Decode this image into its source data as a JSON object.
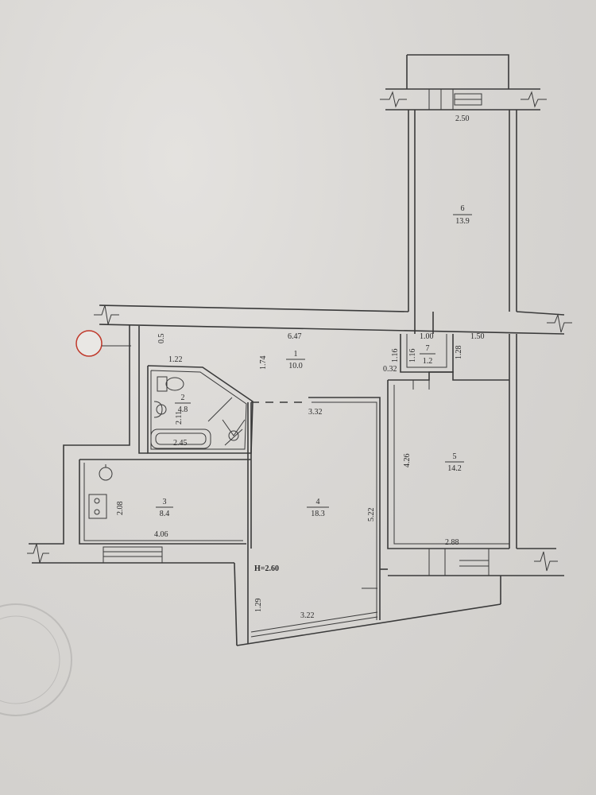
{
  "rooms": [
    {
      "number": "1",
      "area": "10.0"
    },
    {
      "number": "2",
      "area": "4.8"
    },
    {
      "number": "3",
      "area": "8.4"
    },
    {
      "number": "4",
      "area": "18.3"
    },
    {
      "number": "5",
      "area": "14.2"
    },
    {
      "number": "6",
      "area": "13.9"
    },
    {
      "number": "7",
      "area": "1.2"
    }
  ],
  "dimensions": {
    "d_2_50": "2.50",
    "d_6_47": "6.47",
    "d_1_00": "1.00",
    "d_1_50": "1.50",
    "d_0_5": "0.5",
    "d_1_22": "1.22",
    "d_1_74": "1.74",
    "d_1_16a": "1.16",
    "d_1_16b": "1.16",
    "d_1_28": "1.28",
    "d_0_32": "0.32",
    "d_2_11": "2.11",
    "d_3_32": "3.32",
    "d_2_45": "2.45",
    "d_4_26": "4.26",
    "d_2_08": "2.08",
    "d_5_22": "5.22",
    "d_4_06": "4.06",
    "d_2_88": "2.88",
    "d_1_29": "1.29",
    "d_3_22": "3.22"
  },
  "height_note": "H=2.60",
  "icons": [
    "toilet-icon",
    "sink-icon",
    "bathtub-icon",
    "stove-icon",
    "gas-riser-icon",
    "break-line-icon",
    "window-icon",
    "door-swing-icon"
  ]
}
